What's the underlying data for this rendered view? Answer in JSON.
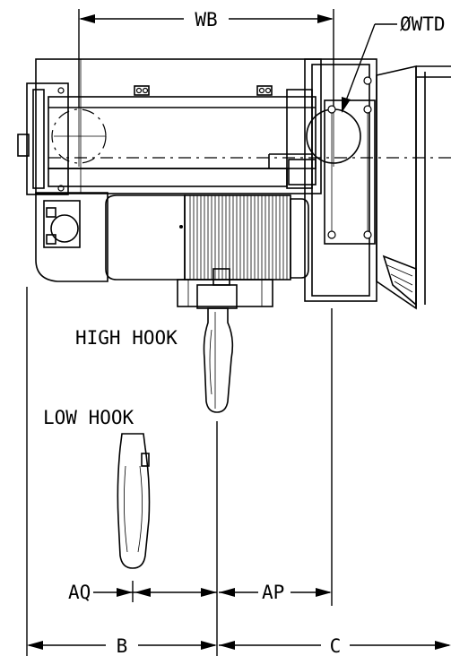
{
  "labels": {
    "wb": "WB",
    "wtd": "ØWTD",
    "high_hook": "HIGH HOOK",
    "low_hook": "LOW HOOK",
    "aq": "AQ",
    "ap": "AP",
    "b": "B",
    "c": "C"
  }
}
